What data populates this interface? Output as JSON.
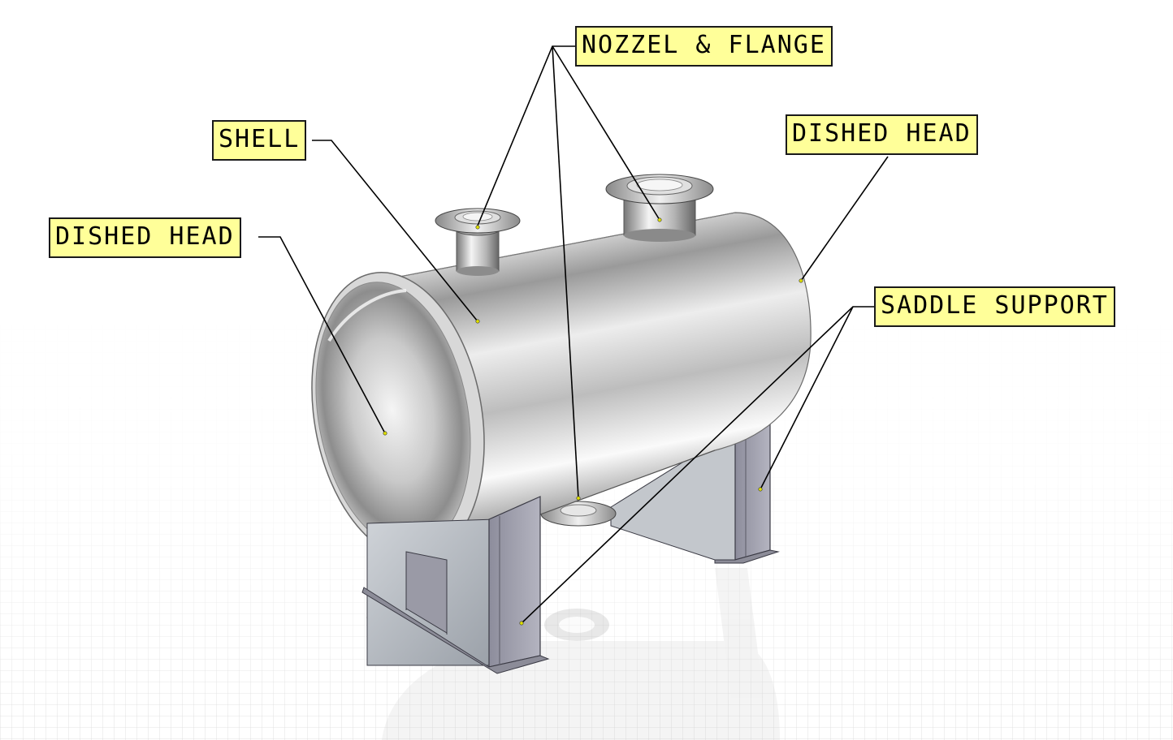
{
  "labels": {
    "nozzle_flange": "NOZZEL & FLANGE",
    "shell": "SHELL",
    "dished_head_left": "DISHED HEAD",
    "dished_head_right": "DISHED HEAD",
    "saddle_support": "SADDLE SUPPORT"
  },
  "colors": {
    "label_fill": "#ffff99",
    "label_border": "#1a1a1a",
    "leader_line": "#000000",
    "anchor_dot": "#e0e000",
    "metal_light": "#f4f4f4",
    "metal_dark": "#6e6e6e",
    "saddle": "#9a9aa8"
  }
}
